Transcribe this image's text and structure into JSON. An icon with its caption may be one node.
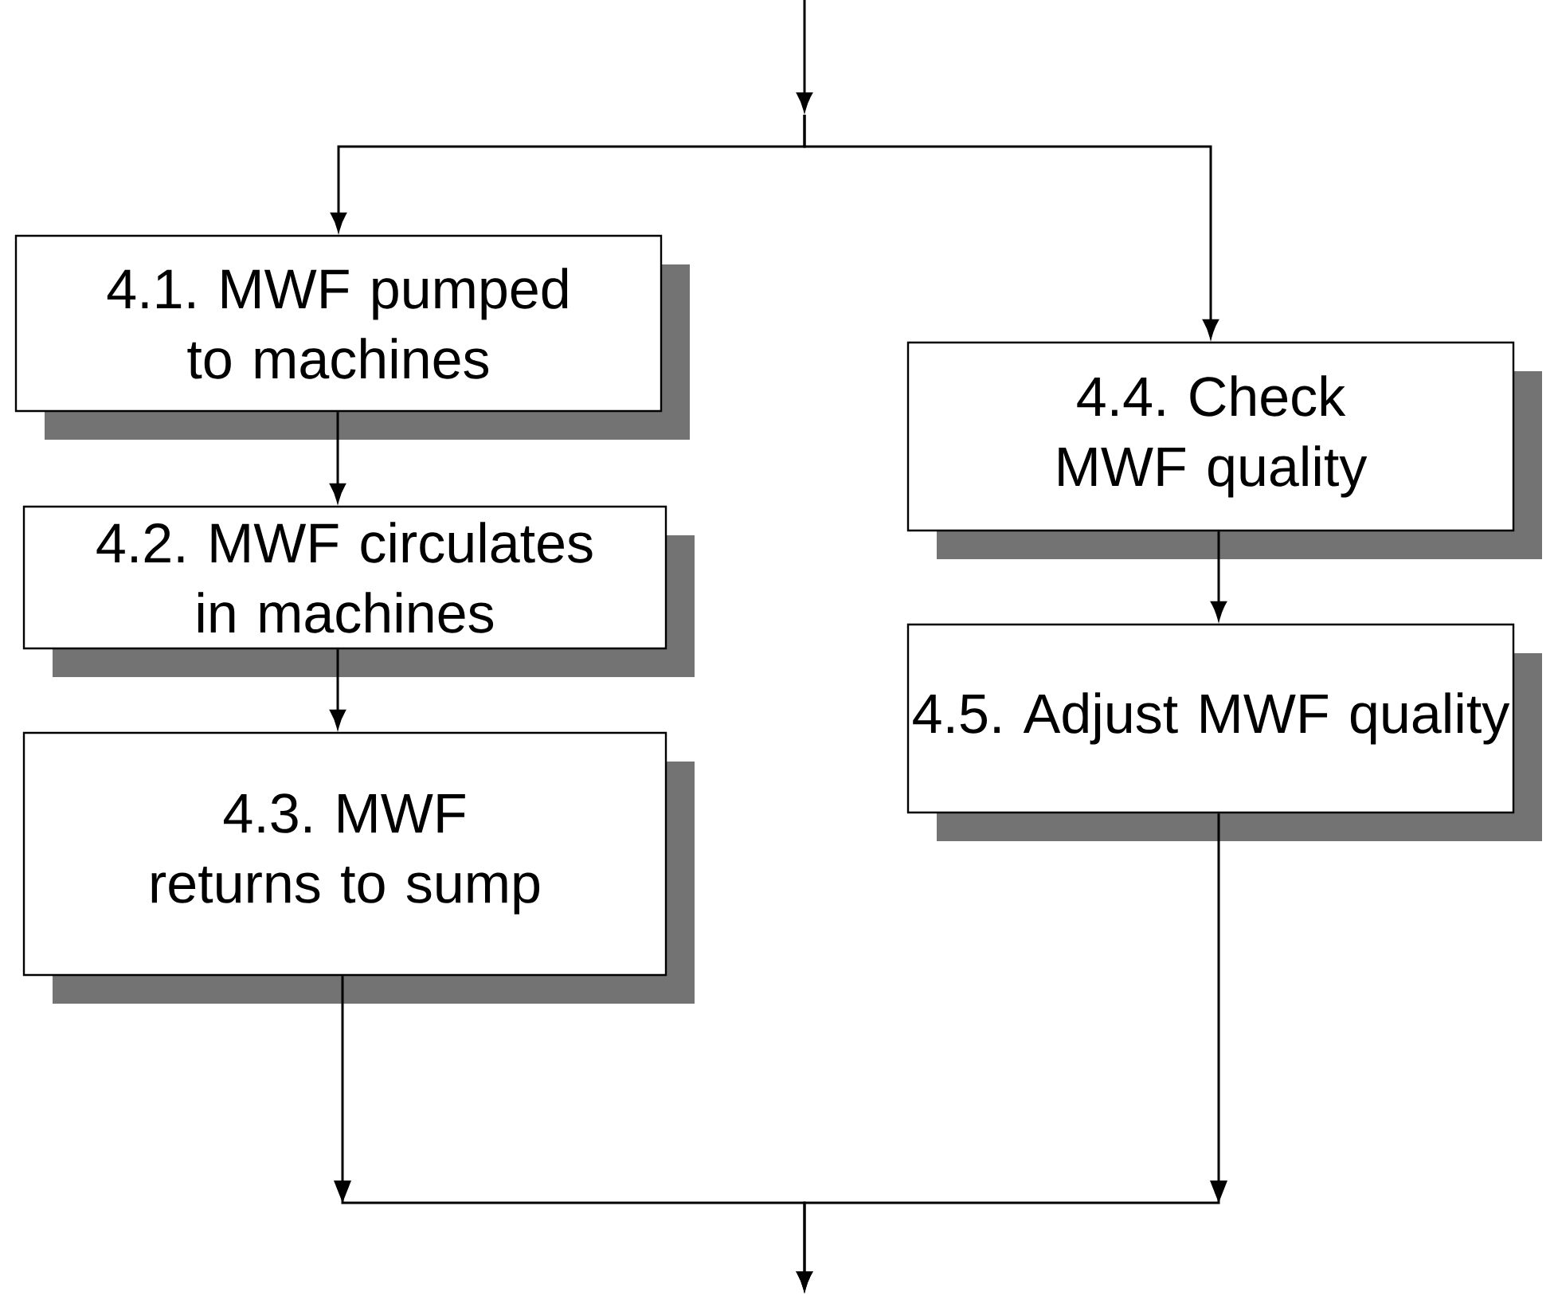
{
  "diagram": {
    "nodes": [
      {
        "text": [
          "4.1. MWF pumped to machines"
        ]
      },
      {
        "text": [
          "4.2. MWF circulates in machines"
        ]
      },
      {
        "text": [
          "4.3. MWF returns to sump"
        ]
      },
      {
        "text": [
          "4.4. Check MWF quality"
        ]
      },
      {
        "text": [
          "4.5. Adjust MWF quality"
        ]
      }
    ],
    "edges": [
      {
        "from": null,
        "to": 0,
        "arrow": "to"
      },
      {
        "from": null,
        "to": 3,
        "arrow": "to"
      },
      {
        "from": 0,
        "to": 1,
        "arrow": "to"
      },
      {
        "from": 1,
        "to": 2,
        "arrow": "to"
      },
      {
        "from": 3,
        "to": 4,
        "arrow": "to"
      },
      {
        "from": 2,
        "to": null,
        "arrow": "to"
      },
      {
        "from": 4,
        "to": null,
        "arrow": "to"
      }
    ]
  }
}
